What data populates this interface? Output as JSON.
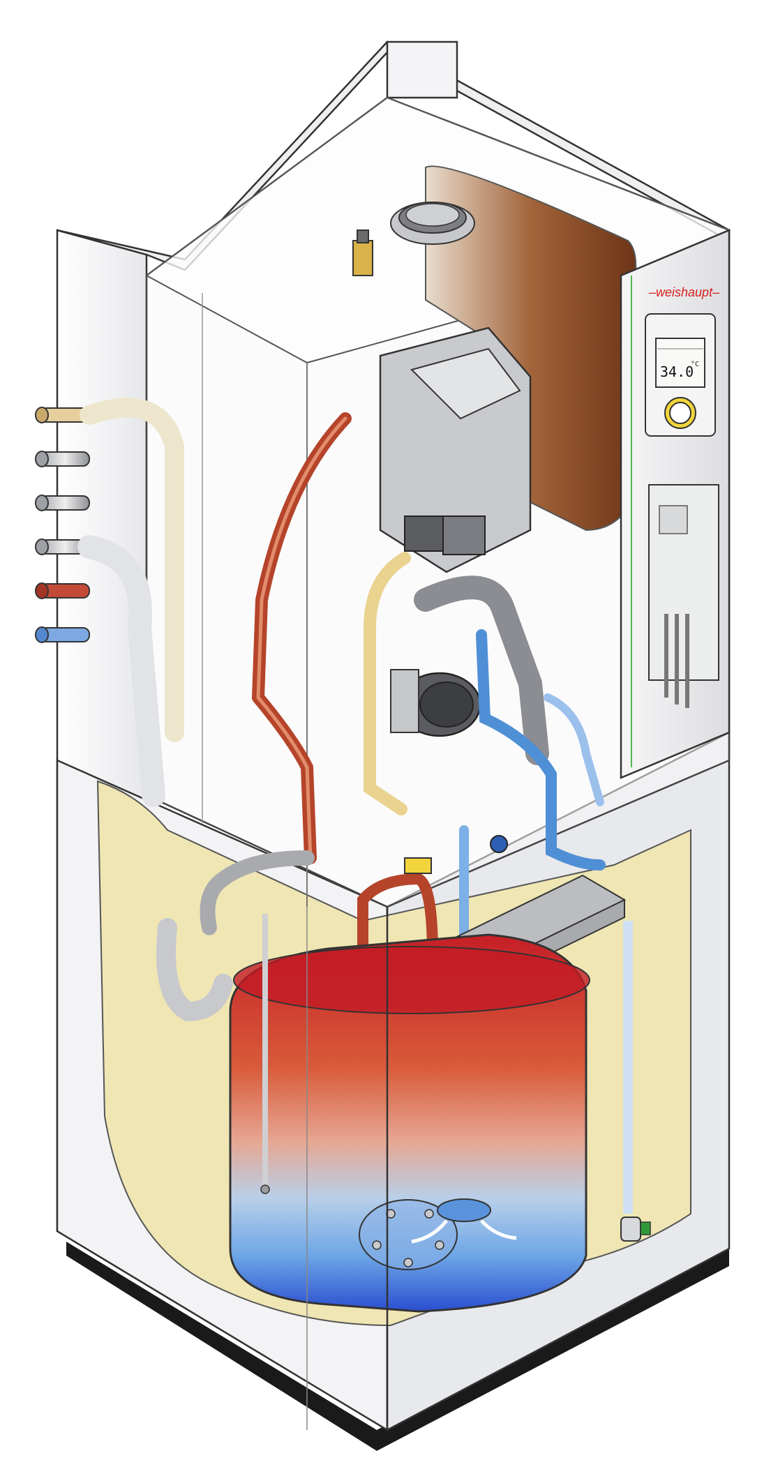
{
  "brand": {
    "logo_text": "–weishaupt–",
    "logo_color": "#d6201c"
  },
  "controller": {
    "display_value": "34.0",
    "display_unit": "°C",
    "knob_color": "#f2d53c"
  },
  "icons": [
    "connection-pipes-icon",
    "control-display-icon",
    "rotary-knob-icon",
    "circulation-pump-icon",
    "heat-exchanger-icon",
    "storage-tank-icon",
    "drain-valve-icon"
  ],
  "colors": {
    "hot_water": "#c8252a",
    "cold_water": "#4f8fd6",
    "copper_pipe": "#b5442a",
    "insulation": "#efe6b4",
    "casing": "#f2f2f4",
    "flue_tank": "#8a4b26"
  }
}
